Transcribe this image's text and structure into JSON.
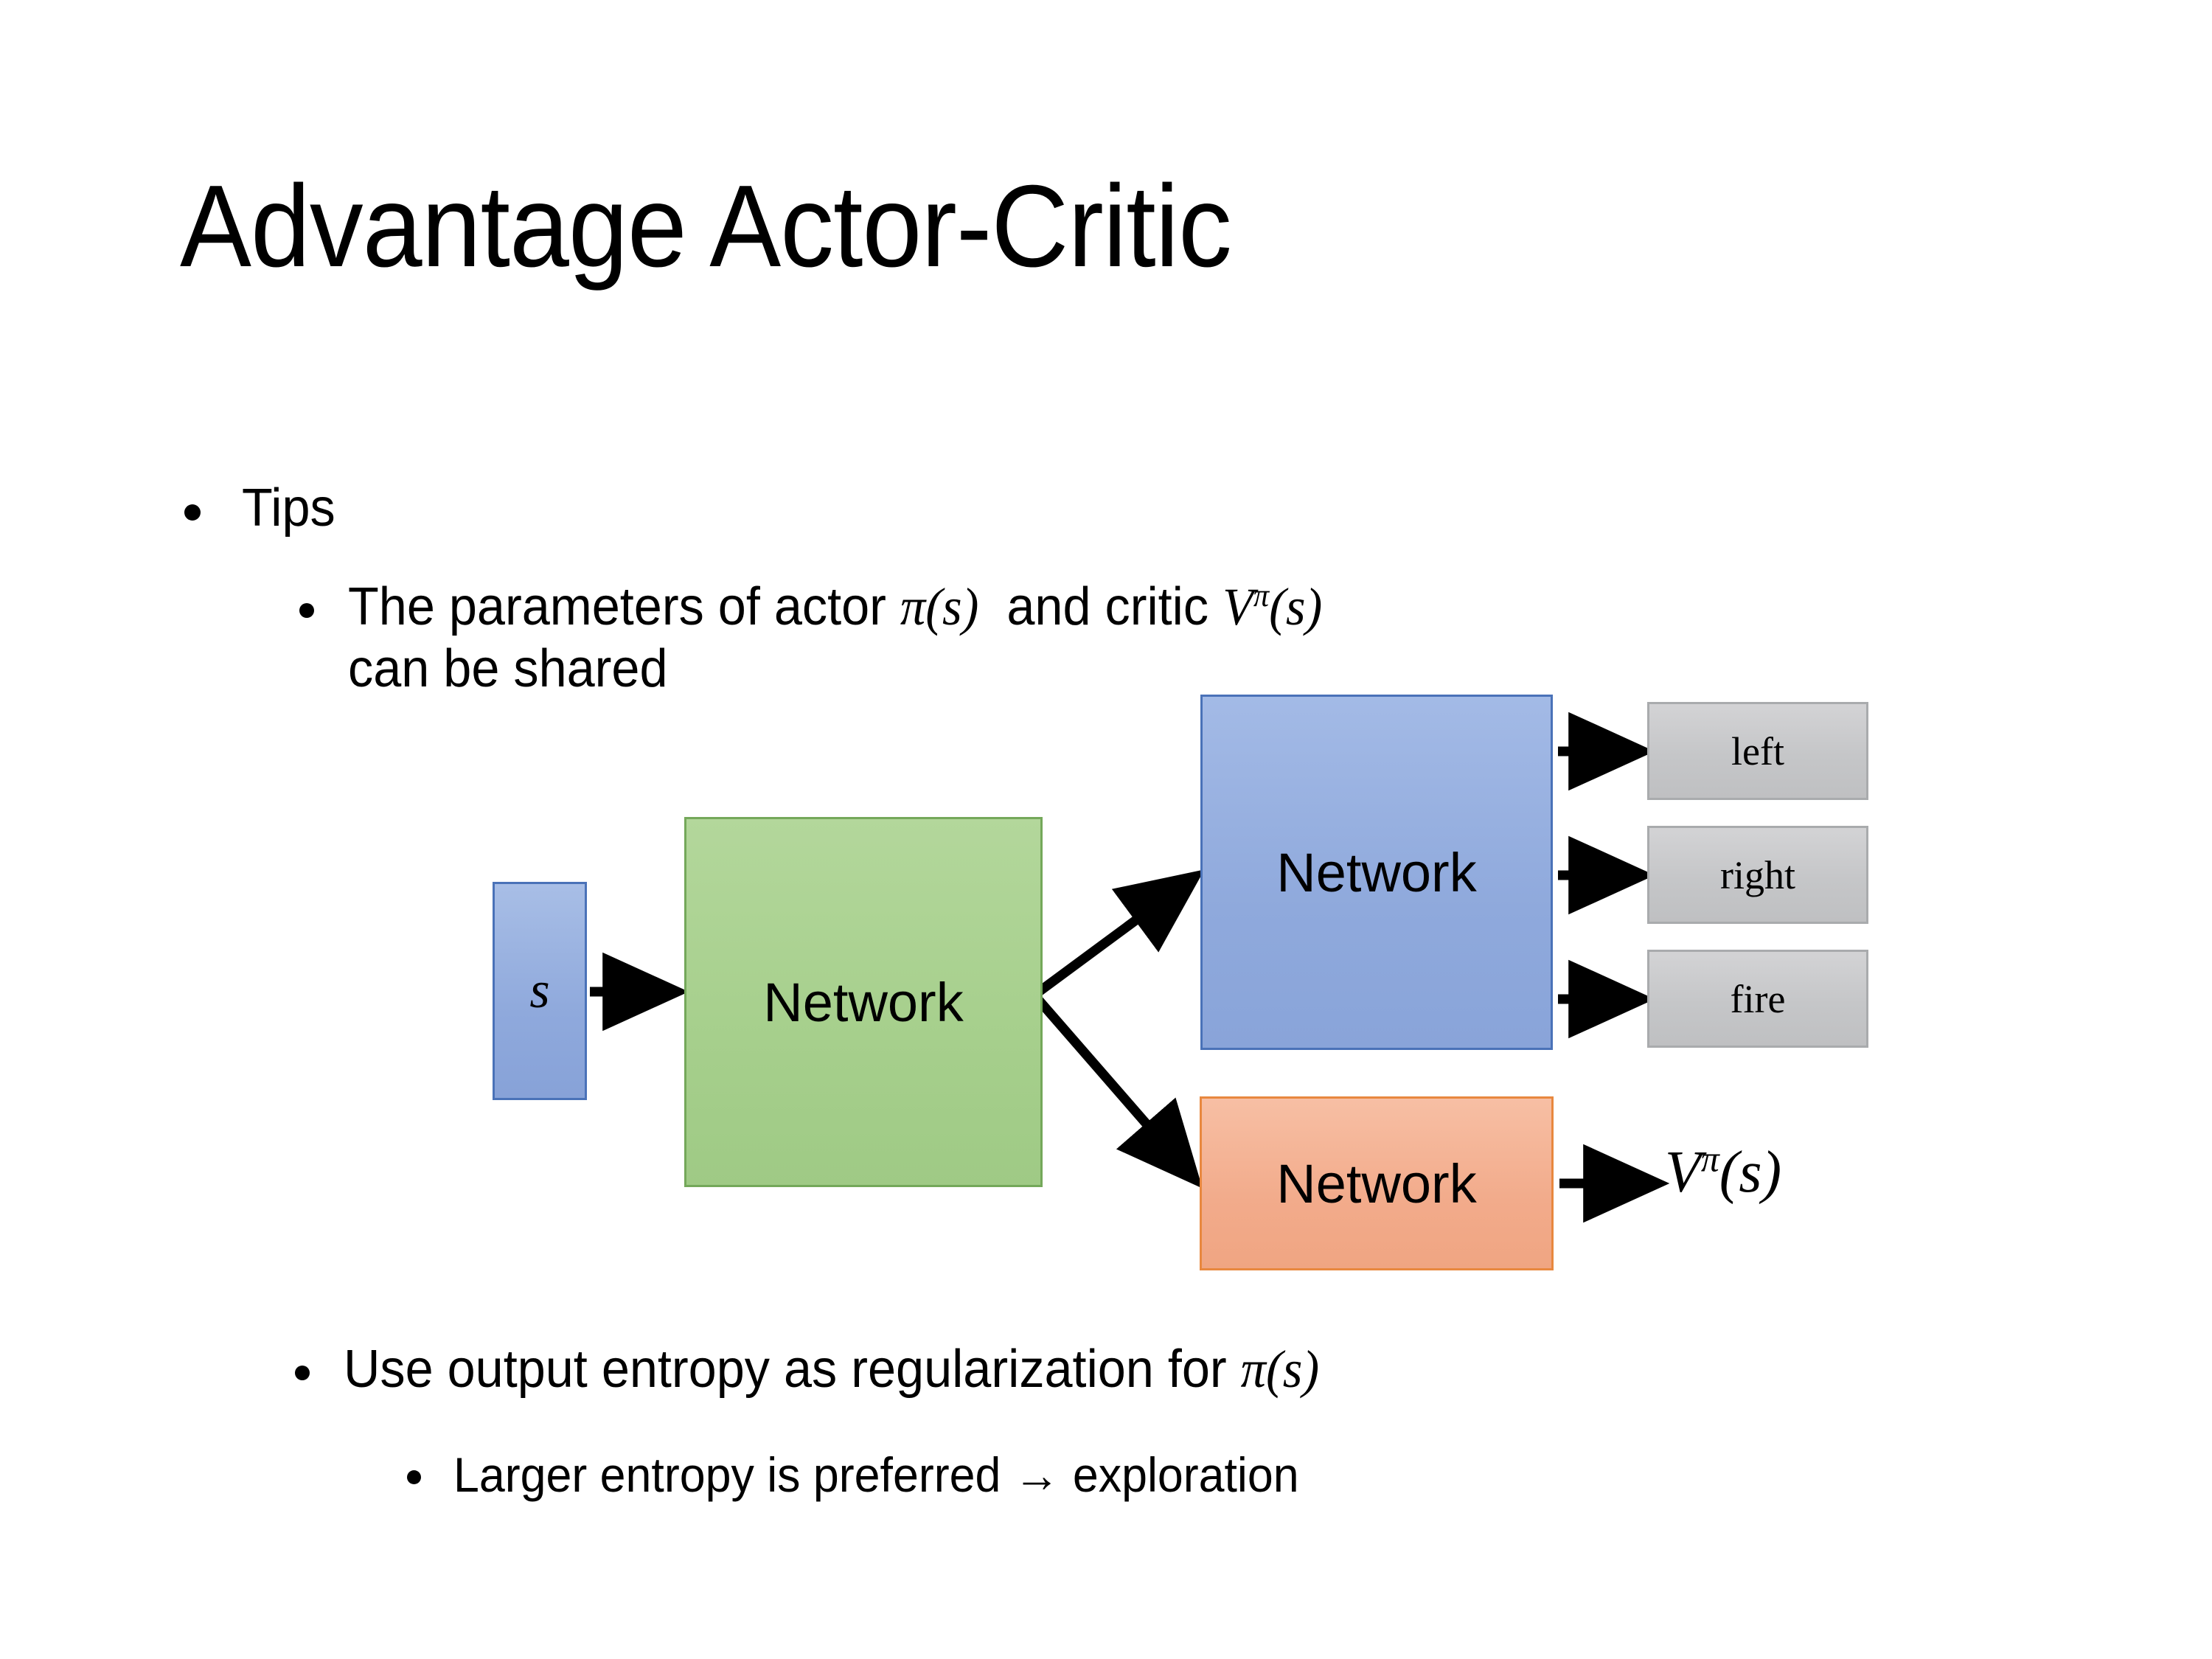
{
  "slide": {
    "title": "Advantage Actor-Critic",
    "background": "#ffffff"
  },
  "bullets": [
    {
      "level": 1,
      "text": "Tips"
    },
    {
      "level": 2,
      "text_parts": [
        "The parameters of actor ",
        "π(s)",
        "  and critic ",
        "Vπ(s)"
      ],
      "text_plain": "The parameters of actor π(s)  and critic Vπ(s) can be shared",
      "line1_prefix": "The parameters of actor ",
      "line1_math1": "π(s)",
      "line1_mid": "  and critic ",
      "line1_math2_base": "V",
      "line1_math2_sup": "π",
      "line1_math2_tail": "(s)",
      "line2": "can be shared"
    },
    {
      "level": 2,
      "prefix": "Use output entropy as regularization for ",
      "math": "π(s)"
    },
    {
      "level": 3,
      "text": "Larger entropy is preferred → exploration"
    }
  ],
  "diagram": {
    "input_box": {
      "label": "s",
      "fill": "#8fa9dc",
      "border": "#4a72b8"
    },
    "shared_network": {
      "label": "Network",
      "fill": "#a6cf8c",
      "border": "#74a85a"
    },
    "actor_network": {
      "label": "Network",
      "fill": "#8fa9dc",
      "border": "#4a72b8"
    },
    "critic_network": {
      "label": "Network",
      "fill": "#f2ab8b",
      "border": "#e8883f"
    },
    "action_outputs": [
      {
        "label": "left",
        "fill": "#c5c6c8",
        "border": "#a9abad"
      },
      {
        "label": "right",
        "fill": "#c5c6c8",
        "border": "#a9abad"
      },
      {
        "label": "fire",
        "fill": "#c5c6c8",
        "border": "#a9abad"
      }
    ],
    "critic_output": {
      "base": "V",
      "superscript": "π",
      "tail": "(s)"
    },
    "arrow_color": "#000000"
  }
}
